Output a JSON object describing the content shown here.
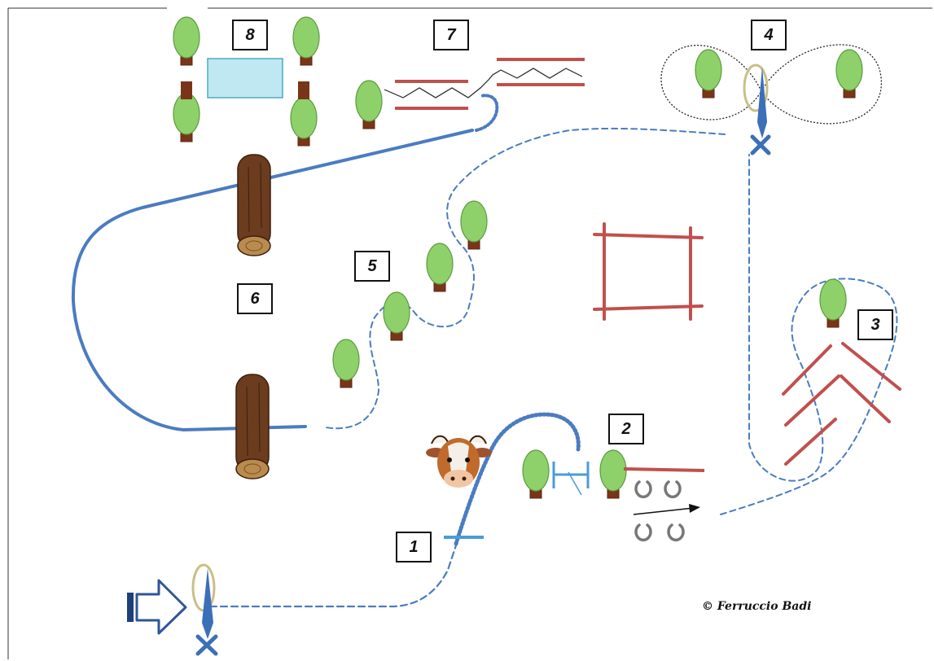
{
  "diagram": {
    "obstacles": [
      {
        "number": "1"
      },
      {
        "number": "2"
      },
      {
        "number": "3"
      },
      {
        "number": "4"
      },
      {
        "number": "5"
      },
      {
        "number": "6"
      },
      {
        "number": "7"
      },
      {
        "number": "8"
      }
    ],
    "copyright": "© Ferruccio Badi",
    "colors": {
      "route": "#4a7cc0",
      "fence": "#c0504d",
      "tree_foliage": "#8ed16a",
      "tree_trunk": "#7a3518",
      "log": "#6b3c1e",
      "water": "#bfe8f2",
      "marker": "#3b6fb8"
    }
  }
}
